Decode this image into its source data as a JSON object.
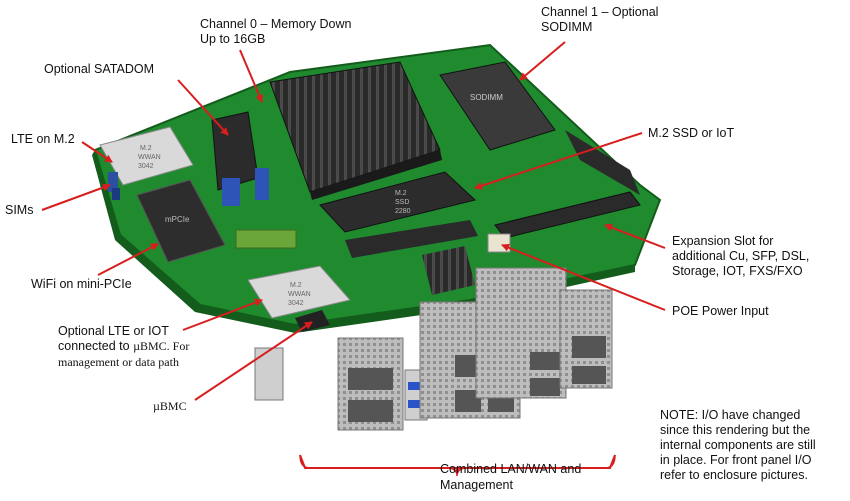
{
  "labels": {
    "channel0_line1": "Channel 0 – Memory Down",
    "channel0_line2": "Up to 16GB",
    "channel1_line1": "Channel 1 – Optional",
    "channel1_line2": "SODIMM",
    "satadom": "Optional SATADOM",
    "lte_m2": "LTE on M.2",
    "sims": "SIMs",
    "wifi": "WiFi on mini-PCIe",
    "m2_ssd": "M.2 SSD or IoT",
    "expansion_line1": "Expansion Slot for",
    "expansion_line2": "additional Cu, SFP, DSL,",
    "expansion_line3": "Storage, IOT, FXS/FXO",
    "poe": "POE Power Input",
    "opt_lte_line1": "Optional LTE  or IOT",
    "opt_lte_line2": "connected to ",
    "opt_lte_mu": "µBMC.",
    "opt_lte_line2b": "  For",
    "opt_lte_line3": "management or data path",
    "ubmc": "µBMC",
    "combined_line1": "Combined LAN/WAN and",
    "combined_line2": "Management",
    "note_line1": "NOTE:  I/O have changed",
    "note_line2": "since this rendering but the",
    "note_line3": "internal components are still",
    "note_line4": "in place.  For front panel I/O",
    "note_line5": "refer to enclosure pictures."
  },
  "board_markings": {
    "wwan_top_1": "M.2",
    "wwan_top_2": "WWAN",
    "wwan_top_3": "3042",
    "mpcie": "mPCIe",
    "wwan_bottom_1": "M.2",
    "wwan_bottom_2": "WWAN",
    "wwan_bottom_3": "3042",
    "ssd_1": "M.2",
    "ssd_2": "SSD",
    "ssd_3": "2280",
    "sodimm": "SODIMM"
  },
  "colors": {
    "pcb": "#1f8a2e",
    "pcb_dark": "#16651f",
    "heatsink": "#2b2b2b",
    "arrow": "#d81e1e",
    "metal": "#c8c8c8",
    "bracket": "#d81e1e"
  }
}
